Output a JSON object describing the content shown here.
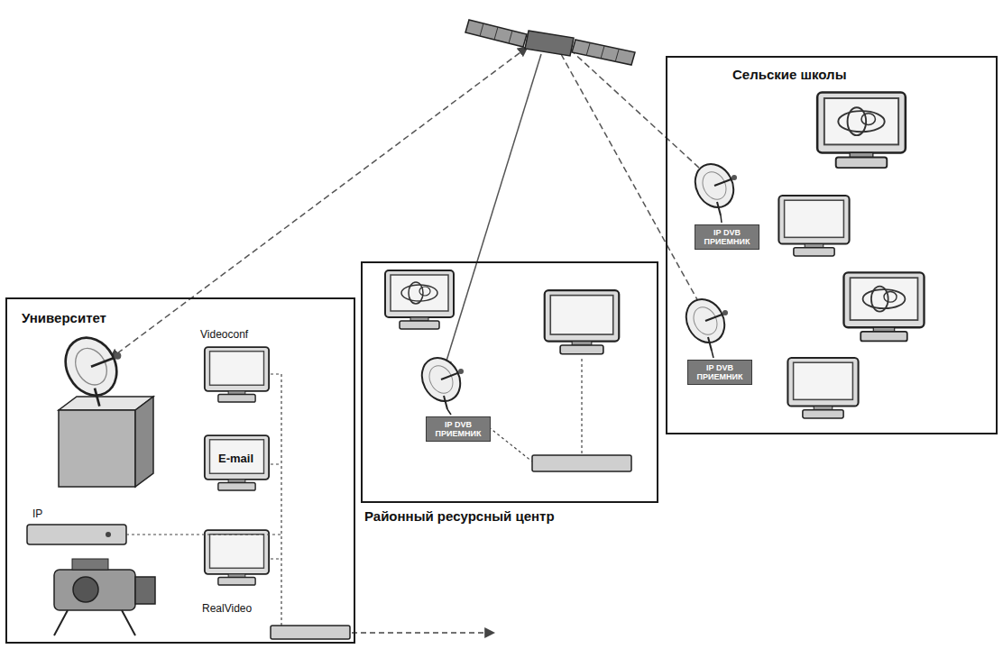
{
  "diagram": {
    "nodes": [
      {
        "text": [
          "Сельские школы"
        ]
      },
      {
        "text": [
          "IP DVB ПРИЕМНИК"
        ],
        "in": 0
      },
      {
        "text": [
          "IP DVB ПРИЕМНИК"
        ],
        "in": 0
      },
      {
        "text": [
          "Университет"
        ]
      },
      {
        "text": [
          "Районный ресурсный центр"
        ]
      },
      {
        "text": [
          "IP DVB ПРИЕМНИК"
        ],
        "in": 4
      }
    ],
    "labels": [
      "Videoconf",
      "E-mail",
      "IP",
      "RealVideo"
    ]
  }
}
